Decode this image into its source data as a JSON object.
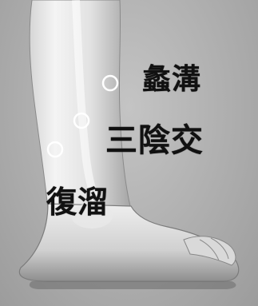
{
  "points": [
    {
      "id": "ligou",
      "label": "蠡溝"
    },
    {
      "id": "sanyinjiao",
      "label": "三陰交"
    },
    {
      "id": "fuliu",
      "label": "復溜"
    }
  ],
  "colors": {
    "background": "#a9a9a9",
    "skin_light": "#eeeeee",
    "skin_shadow": "#9a9a9a",
    "marker": "#ffffff",
    "label": "#111111"
  }
}
